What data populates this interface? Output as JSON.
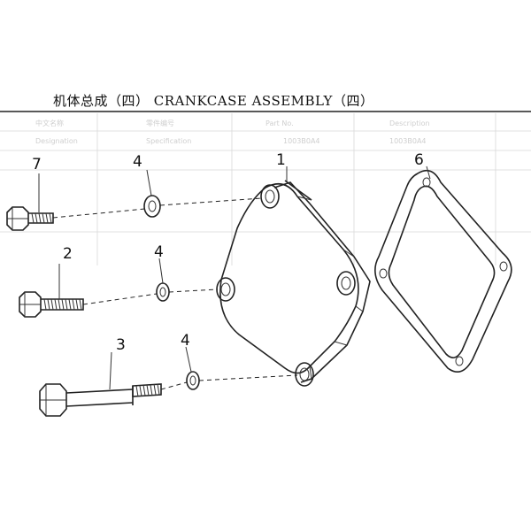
{
  "title": "机体总成（四）   CRANKCASE ASSEMBLY（四）",
  "callouts": [
    {
      "id": "1",
      "label": "1"
    },
    {
      "id": "2",
      "label": "2"
    },
    {
      "id": "3",
      "label": "3"
    },
    {
      "id": "4a",
      "label": "4"
    },
    {
      "id": "4b",
      "label": "4"
    },
    {
      "id": "4c",
      "label": "4"
    },
    {
      "id": "6",
      "label": "6"
    },
    {
      "id": "7",
      "label": "7"
    }
  ]
}
